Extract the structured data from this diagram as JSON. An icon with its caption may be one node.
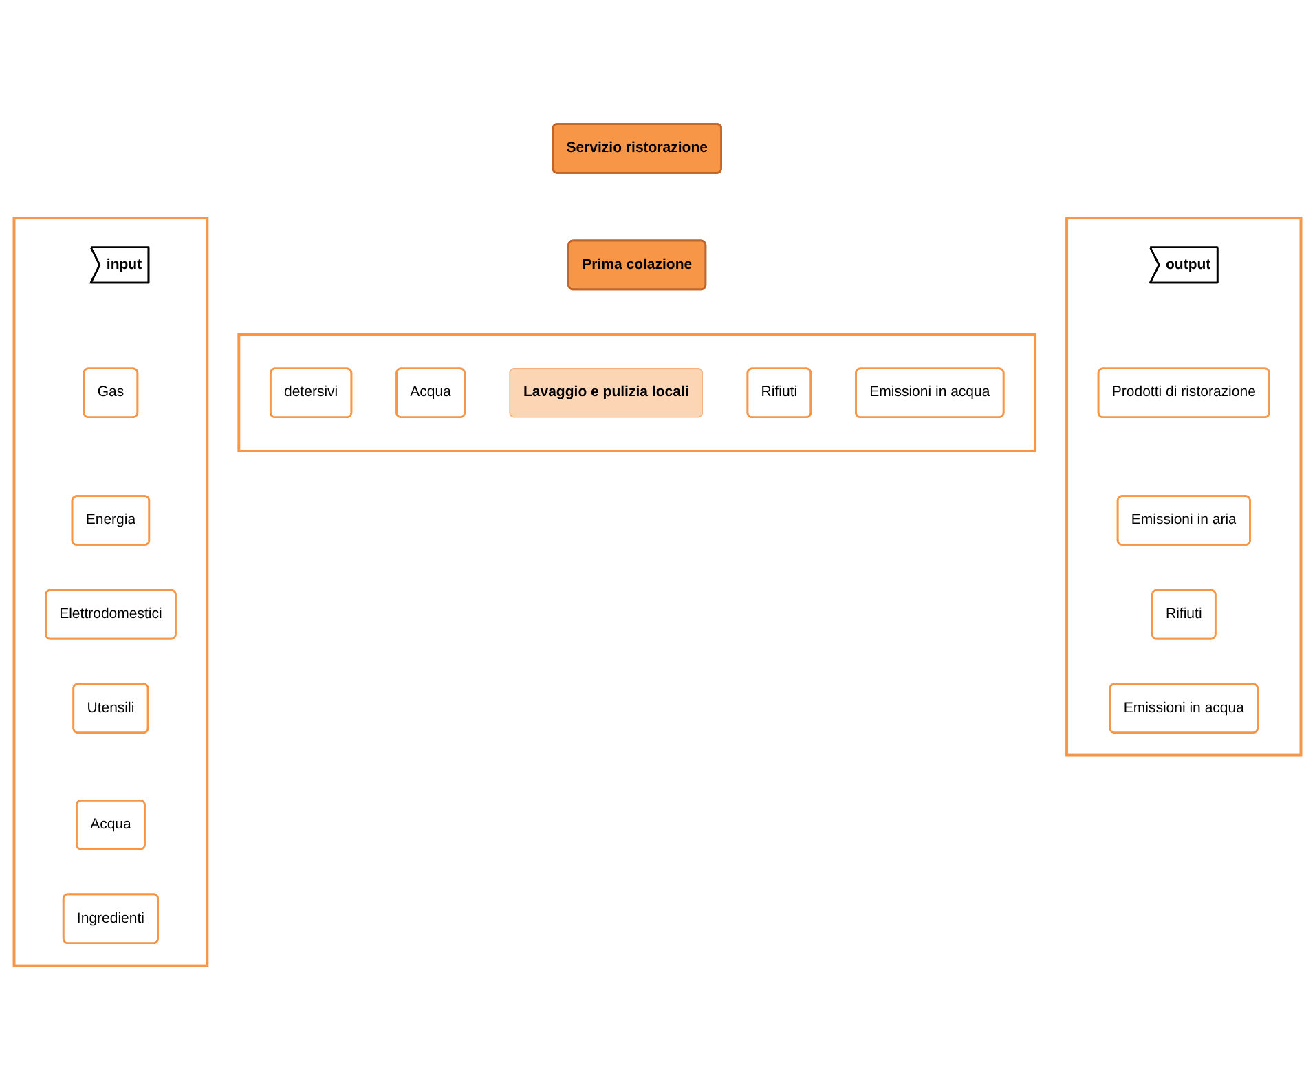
{
  "diagram": {
    "nodes": [
      {
        "text": [
          "Servizio ristorazione"
        ]
      },
      {
        "text": [],
        "shape": "box"
      },
      {
        "text": [
          "input"
        ],
        "in": 1
      },
      {
        "text": [
          "Gas"
        ],
        "in": 1
      },
      {
        "text": [
          "Energia"
        ],
        "in": 1
      },
      {
        "text": [
          "Elettrodomestici"
        ],
        "in": 1
      },
      {
        "text": [
          "Utensili"
        ],
        "in": 1
      },
      {
        "text": [
          "Acqua"
        ],
        "in": 1
      },
      {
        "text": [
          "Ingredienti"
        ],
        "in": 1
      },
      {
        "text": [
          "Prima colazione"
        ]
      },
      {
        "text": [],
        "shape": "box"
      },
      {
        "text": [
          "output"
        ],
        "in": 10
      },
      {
        "text": [
          "Prodotti di ristorazione"
        ],
        "in": 10
      },
      {
        "text": [
          "Emissioni in aria"
        ],
        "in": 10
      },
      {
        "text": [
          "Rifiuti"
        ],
        "in": 10
      },
      {
        "text": [
          "Emissioni in acqua"
        ],
        "in": 10
      },
      {
        "text": [],
        "shape": "box"
      },
      {
        "text": [
          "detersivi"
        ],
        "in": 16
      },
      {
        "text": [
          "Acqua"
        ],
        "in": 16
      },
      {
        "text": [
          "Lavaggio e pulizia locali"
        ],
        "in": 16
      },
      {
        "text": [
          "Rifiuti"
        ],
        "in": 16
      },
      {
        "text": [
          "Emissioni in acqua"
        ],
        "in": 16
      }
    ],
    "edges": []
  }
}
